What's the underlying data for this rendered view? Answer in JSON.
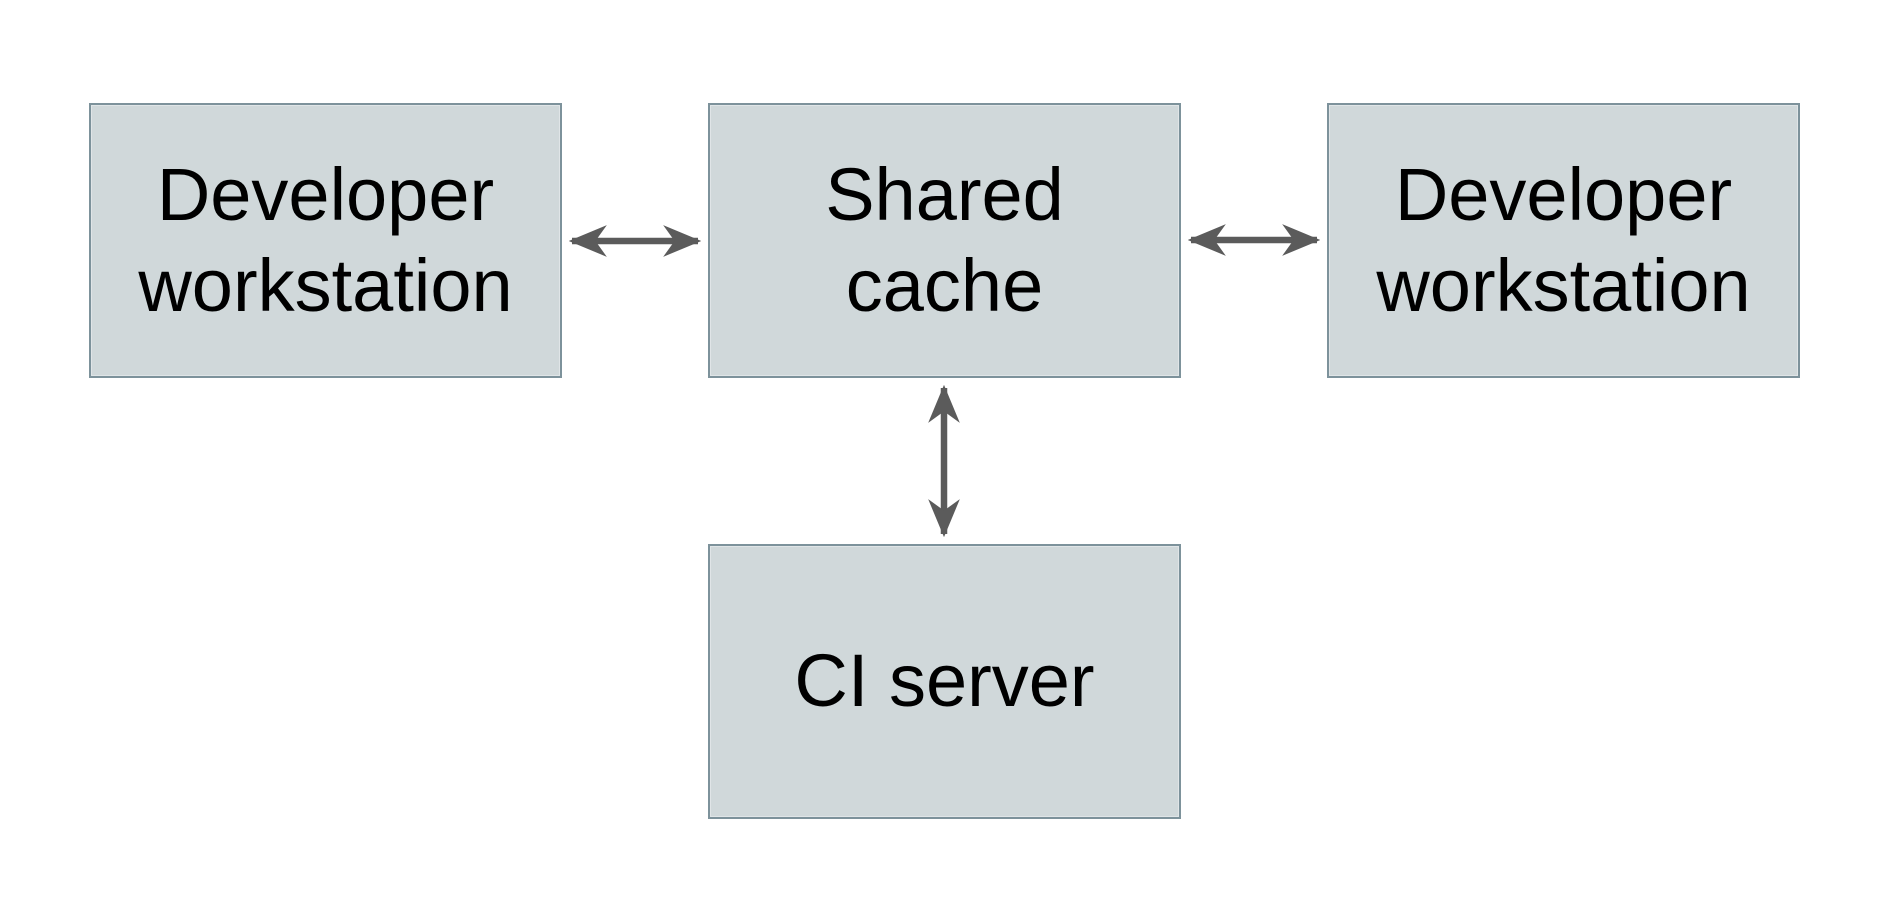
{
  "diagram": {
    "description": "Shared cache architecture diagram",
    "nodes": [
      {
        "id": "developer-workstation-left",
        "label": "Developer\nworkstation"
      },
      {
        "id": "shared-cache",
        "label": "Shared\ncache"
      },
      {
        "id": "developer-workstation-right",
        "label": "Developer\nworkstation"
      },
      {
        "id": "ci-server",
        "label": "CI server"
      }
    ],
    "edges": [
      {
        "from": "developer-workstation-left",
        "to": "shared-cache",
        "type": "bidirectional-arrow"
      },
      {
        "from": "shared-cache",
        "to": "developer-workstation-right",
        "type": "bidirectional-arrow"
      },
      {
        "from": "shared-cache",
        "to": "ci-server",
        "type": "bidirectional-arrow"
      }
    ],
    "colors": {
      "background": "#ffffff",
      "node_fill": "#d0d8da",
      "node_border": "#7d929b",
      "arrow": "#5b5b5b",
      "text": "#000000"
    }
  }
}
